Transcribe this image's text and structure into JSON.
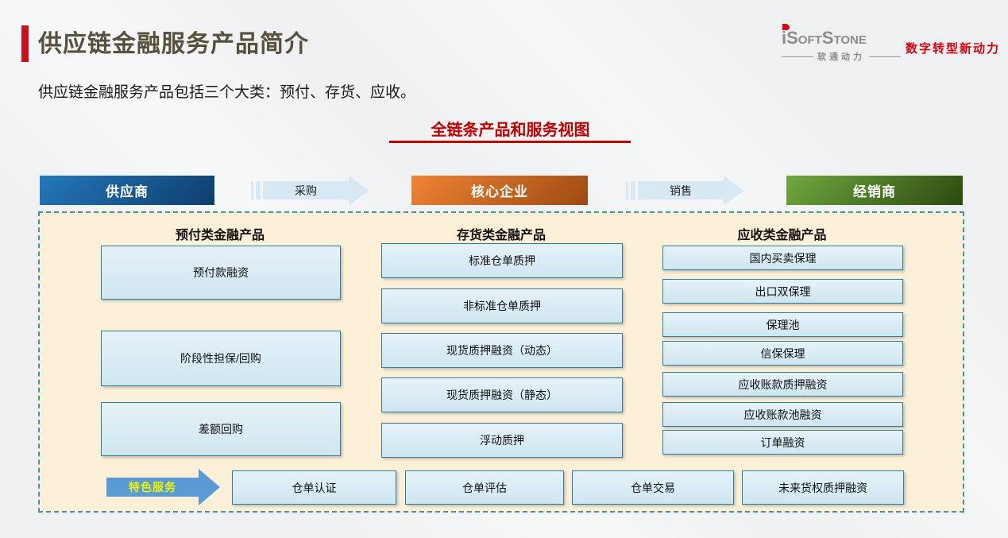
{
  "slide": {
    "title": "供应链金融服务产品简介",
    "subtitle": "供应链金融服务产品包括三个大类：预付、存货、应收。",
    "section_heading": "全链条产品和服务视图"
  },
  "logo": {
    "brand_i": "i",
    "brand_rest": "SoftStone",
    "brand_cn": "软通动力",
    "tagline": "数字转型新动力"
  },
  "chain": {
    "supplier": "供应商",
    "purchase": "采购",
    "core": "核心企业",
    "sales": "销售",
    "distributor": "经销商"
  },
  "columns": [
    {
      "header": "预付类金融产品",
      "items": [
        "预付款融资",
        "阶段性担保/回购",
        "差额回购"
      ]
    },
    {
      "header": "存货类金融产品",
      "items": [
        "标准仓单质押",
        "非标准仓单质押",
        "现货质押融资（动态）",
        "现货质押融资（静态）",
        "浮动质押"
      ]
    },
    {
      "header": "应收类金融产品",
      "items": [
        "国内买卖保理",
        "出口双保理",
        "保理池",
        "信保保理",
        "应收账款质押融资",
        "应收账款池融资",
        "订单融资"
      ]
    }
  ],
  "special": {
    "label": "特色服务",
    "items": [
      "仓单认证",
      "仓单评估",
      "仓单交易",
      "未来货权质押融资"
    ]
  },
  "colors": {
    "accent_red": "#c8111c",
    "heading_red": "#c00000",
    "title_text": "#57503d",
    "supplier_gradient_from": "#2478ba",
    "supplier_gradient_to": "#0e3e6c",
    "core_gradient_from": "#f08434",
    "core_gradient_to": "#9c4a12",
    "distributor_gradient_from": "#71a83f",
    "distributor_gradient_to": "#2a4a10",
    "flow_arrow_fill": "#d9e9f4",
    "panel_bg": "#fdf0d8",
    "panel_border": "#4790a6",
    "item_box_border": "#2c7da1",
    "special_arrow_fill": "#5b9bd5",
    "special_arrow_text": "#edf500",
    "logo_gray": "#8c8c8e",
    "logo_red": "#d7000f"
  }
}
